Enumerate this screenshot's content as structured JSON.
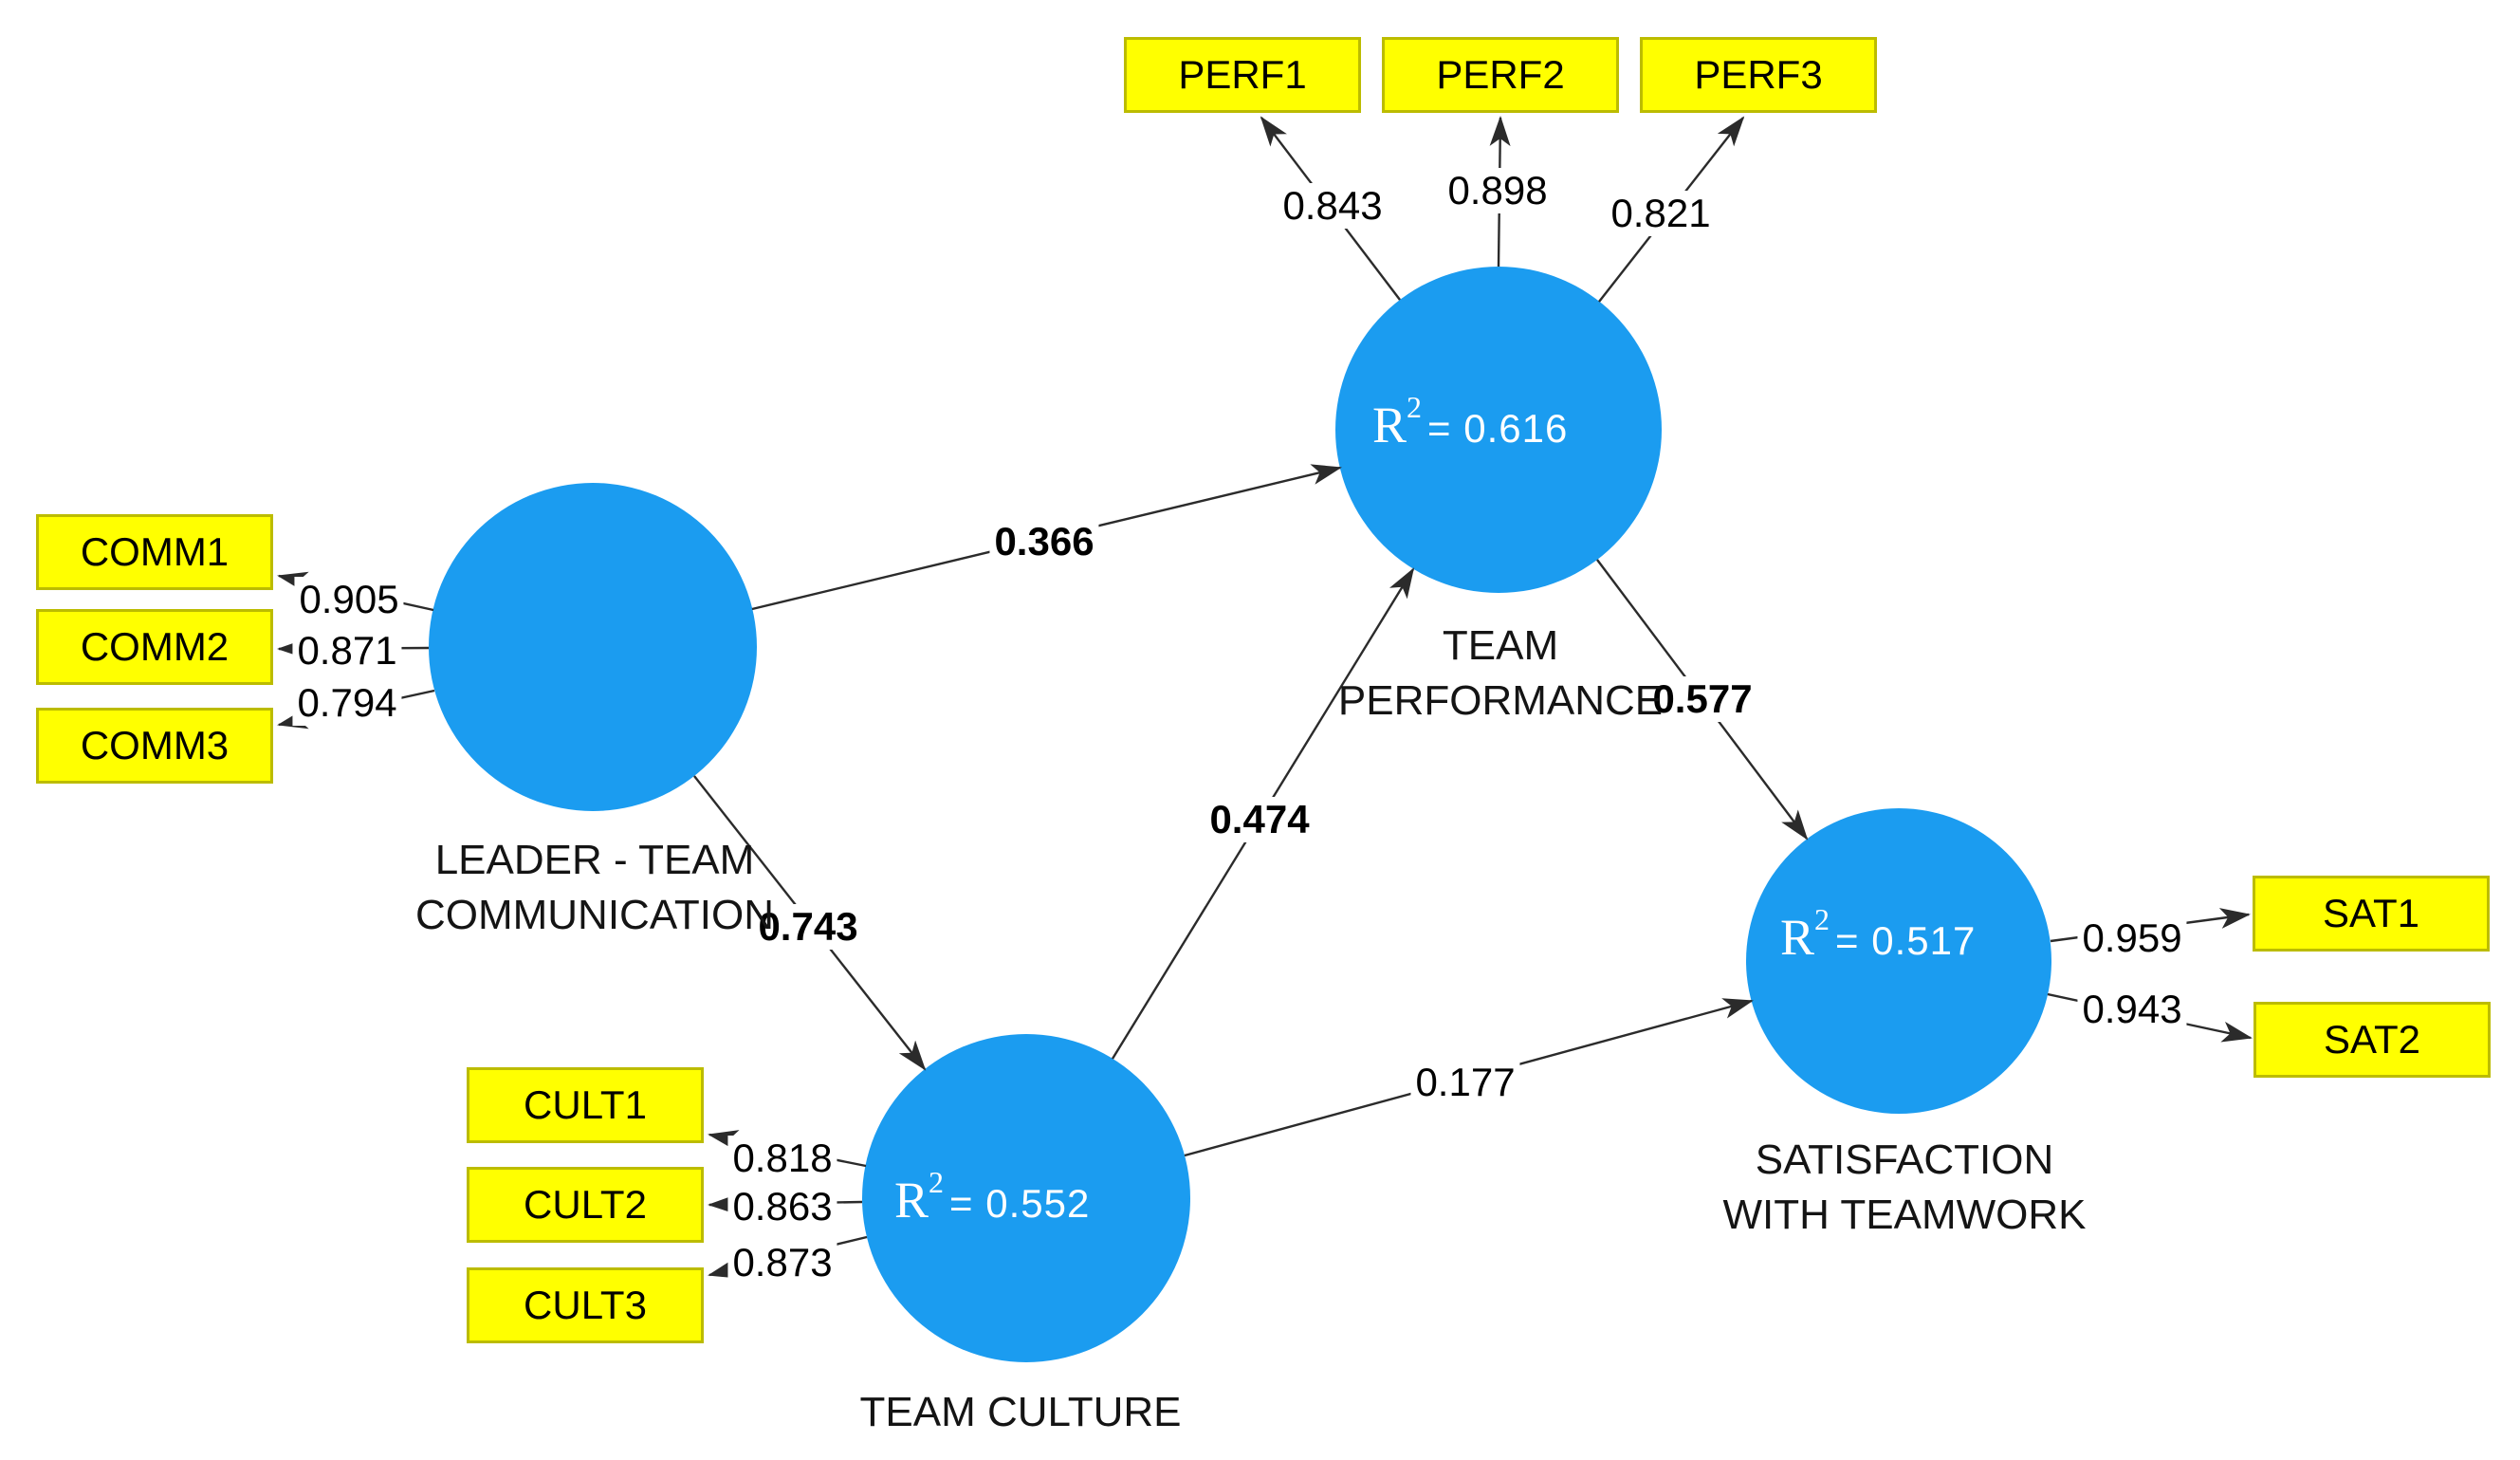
{
  "model_type": "PLS-SEM path model",
  "colors": {
    "construct_fill": "#1b9cf0",
    "indicator_fill": "#ffff00",
    "indicator_border": "#bcbc00",
    "arrow": "#2b2b2b",
    "label_text": "#141414",
    "r2_text": "#ffffff"
  },
  "r2_prefix": {
    "symbol": "R",
    "superscript": "2"
  },
  "constructs": {
    "leader": {
      "name_line1": "LEADER - TEAM",
      "name_line2": "COMMUNICATION"
    },
    "performance": {
      "name_line1": "TEAM",
      "name_line2": "PERFORMANCE",
      "r2": "= 0.616"
    },
    "culture": {
      "name": "TEAM CULTURE",
      "r2": "= 0.552"
    },
    "satisfaction": {
      "name_line1": "SATISFACTION",
      "name_line2": "WITH TEAMWORK",
      "r2": "= 0.517"
    }
  },
  "indicators": {
    "comm": [
      {
        "label": "COMM1",
        "loading": "0.905"
      },
      {
        "label": "COMM2",
        "loading": "0.871"
      },
      {
        "label": "COMM3",
        "loading": "0.794"
      }
    ],
    "perf": [
      {
        "label": "PERF1",
        "loading": "0.843"
      },
      {
        "label": "PERF2",
        "loading": "0.898"
      },
      {
        "label": "PERF3",
        "loading": "0.821"
      }
    ],
    "cult": [
      {
        "label": "CULT1",
        "loading": "0.818"
      },
      {
        "label": "CULT2",
        "loading": "0.863"
      },
      {
        "label": "CULT3",
        "loading": "0.873"
      }
    ],
    "sat": [
      {
        "label": "SAT1",
        "loading": "0.959"
      },
      {
        "label": "SAT2",
        "loading": "0.943"
      }
    ]
  },
  "paths": {
    "leader_to_performance": "0.366",
    "leader_to_culture": "0.743",
    "culture_to_performance": "0.474",
    "performance_to_satisfaction": "0.577",
    "culture_to_satisfaction": "0.177"
  }
}
